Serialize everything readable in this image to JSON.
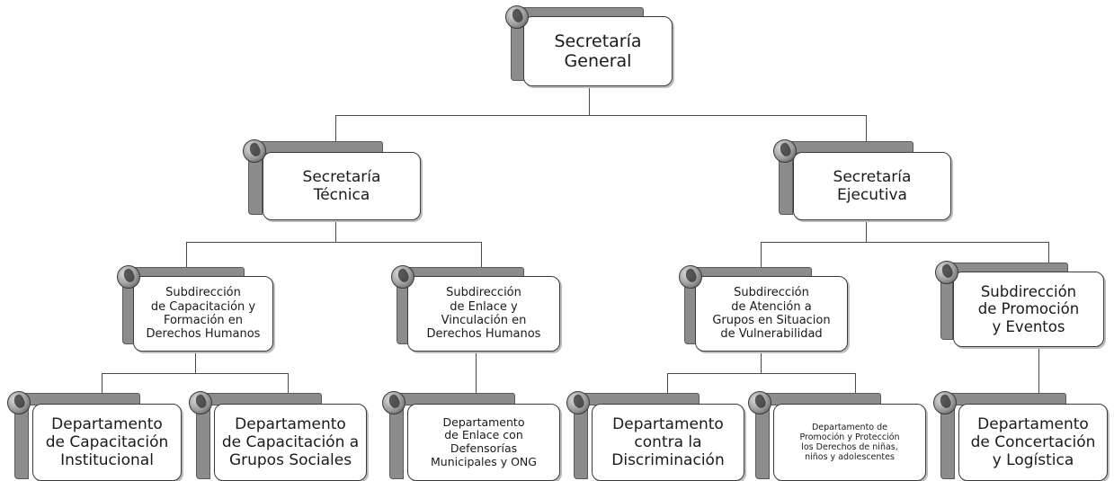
{
  "nodes": {
    "secretaria_general": "Secretaría\nGeneral",
    "secretaria_tecnica": "Secretaría\nTécnica",
    "secretaria_ejecutiva": "Secretaría\nEjecutiva",
    "sub_capacitacion": "Subdirección\nde Capacitación y\nFormación en\nDerechos Humanos",
    "sub_enlace": "Subdirección\nde Enlace y\nVinculación en\nDerechos Humanos",
    "sub_atencion": "Subdirección\nde Atención a\nGrupos en Situacion\nde Vulnerabilidad",
    "sub_promocion": "Subdirección\nde Promoción\ny Eventos",
    "dep_cap_institucional": "Departamento\nde Capacitación\nInstitucional",
    "dep_cap_grupos": "Departamento\nde Capacitación a\nGrupos Sociales",
    "dep_enlace_defensorias": "Departamento\nde Enlace con\nDefensorías\nMunicipales y ONG",
    "dep_discriminacion": "Departamento\ncontra la\nDiscriminación",
    "dep_promocion_ninos": "Departamento de\nPromoción y Protección\nlos Derechos de niñas,\nniños y adolescentes",
    "dep_concertacion": "Departamento\nde Concertación\ny Logística"
  },
  "colors": {
    "line": "#4a4a4a",
    "box_border": "#3a3a3a",
    "tab": "#8c8c8c",
    "background": "#ffffff"
  },
  "icons": [
    "globe-icon"
  ]
}
